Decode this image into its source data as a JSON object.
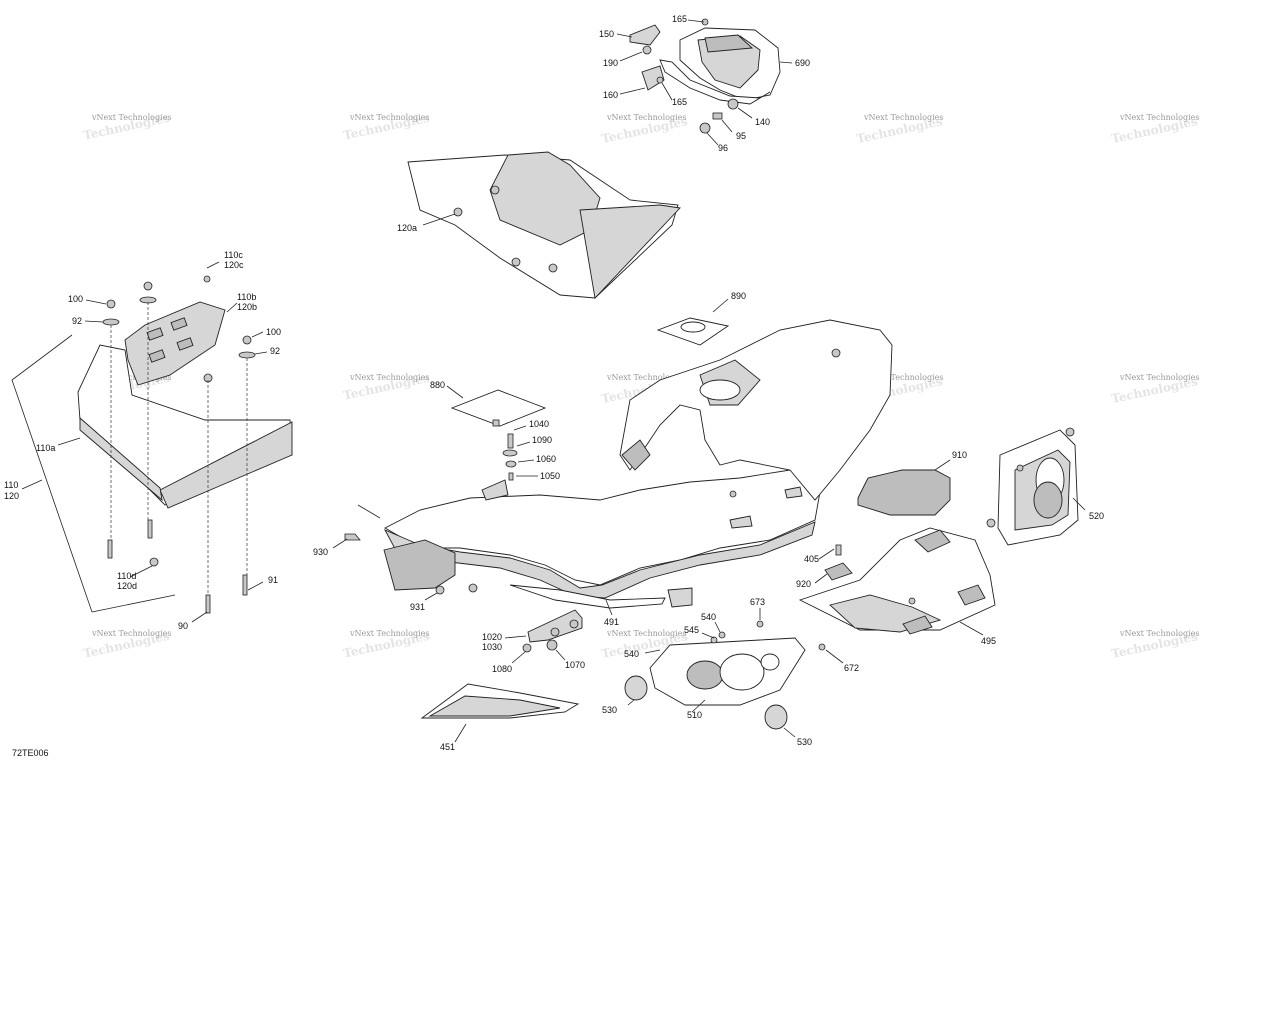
{
  "figure_code": "72TE006",
  "watermark": {
    "text": "vNext Technologies",
    "ghost": "Technologies"
  },
  "callouts": [
    {
      "id": "c165a",
      "text": "165"
    },
    {
      "id": "c150",
      "text": "150"
    },
    {
      "id": "c190",
      "text": "190"
    },
    {
      "id": "c690",
      "text": "690"
    },
    {
      "id": "c160",
      "text": "160"
    },
    {
      "id": "c165b",
      "text": "165"
    },
    {
      "id": "c140",
      "text": "140"
    },
    {
      "id": "c95",
      "text": "95"
    },
    {
      "id": "c96",
      "text": "96"
    },
    {
      "id": "c120a",
      "text": "120a"
    },
    {
      "id": "c110c",
      "text": "110c"
    },
    {
      "id": "c120c",
      "text": "120c"
    },
    {
      "id": "c100a",
      "text": "100"
    },
    {
      "id": "c110b",
      "text": "110b"
    },
    {
      "id": "c120b",
      "text": "120b"
    },
    {
      "id": "c92a",
      "text": "92"
    },
    {
      "id": "c100b",
      "text": "100"
    },
    {
      "id": "c92b",
      "text": "92"
    },
    {
      "id": "c110a",
      "text": "110a"
    },
    {
      "id": "c110",
      "text": "110"
    },
    {
      "id": "c120",
      "text": "120"
    },
    {
      "id": "c110d",
      "text": "110d"
    },
    {
      "id": "c120d",
      "text": "120d"
    },
    {
      "id": "c91",
      "text": "91"
    },
    {
      "id": "c90",
      "text": "90"
    },
    {
      "id": "c890",
      "text": "890"
    },
    {
      "id": "c880",
      "text": "880"
    },
    {
      "id": "c1040",
      "text": "1040"
    },
    {
      "id": "c1090",
      "text": "1090"
    },
    {
      "id": "c1060",
      "text": "1060"
    },
    {
      "id": "c1050",
      "text": "1050"
    },
    {
      "id": "c910",
      "text": "910"
    },
    {
      "id": "c520",
      "text": "520"
    },
    {
      "id": "c930",
      "text": "930"
    },
    {
      "id": "c931",
      "text": "931"
    },
    {
      "id": "c405",
      "text": "405"
    },
    {
      "id": "c920",
      "text": "920"
    },
    {
      "id": "c673",
      "text": "673"
    },
    {
      "id": "c491",
      "text": "491"
    },
    {
      "id": "c540a",
      "text": "540"
    },
    {
      "id": "c545",
      "text": "545"
    },
    {
      "id": "c1020",
      "text": "1020"
    },
    {
      "id": "c1030",
      "text": "1030"
    },
    {
      "id": "c1080",
      "text": "1080"
    },
    {
      "id": "c1070",
      "text": "1070"
    },
    {
      "id": "c540b",
      "text": "540"
    },
    {
      "id": "c672",
      "text": "672"
    },
    {
      "id": "c495",
      "text": "495"
    },
    {
      "id": "c530a",
      "text": "530"
    },
    {
      "id": "c510",
      "text": "510"
    },
    {
      "id": "c530b",
      "text": "530"
    },
    {
      "id": "c451",
      "text": "451"
    }
  ]
}
